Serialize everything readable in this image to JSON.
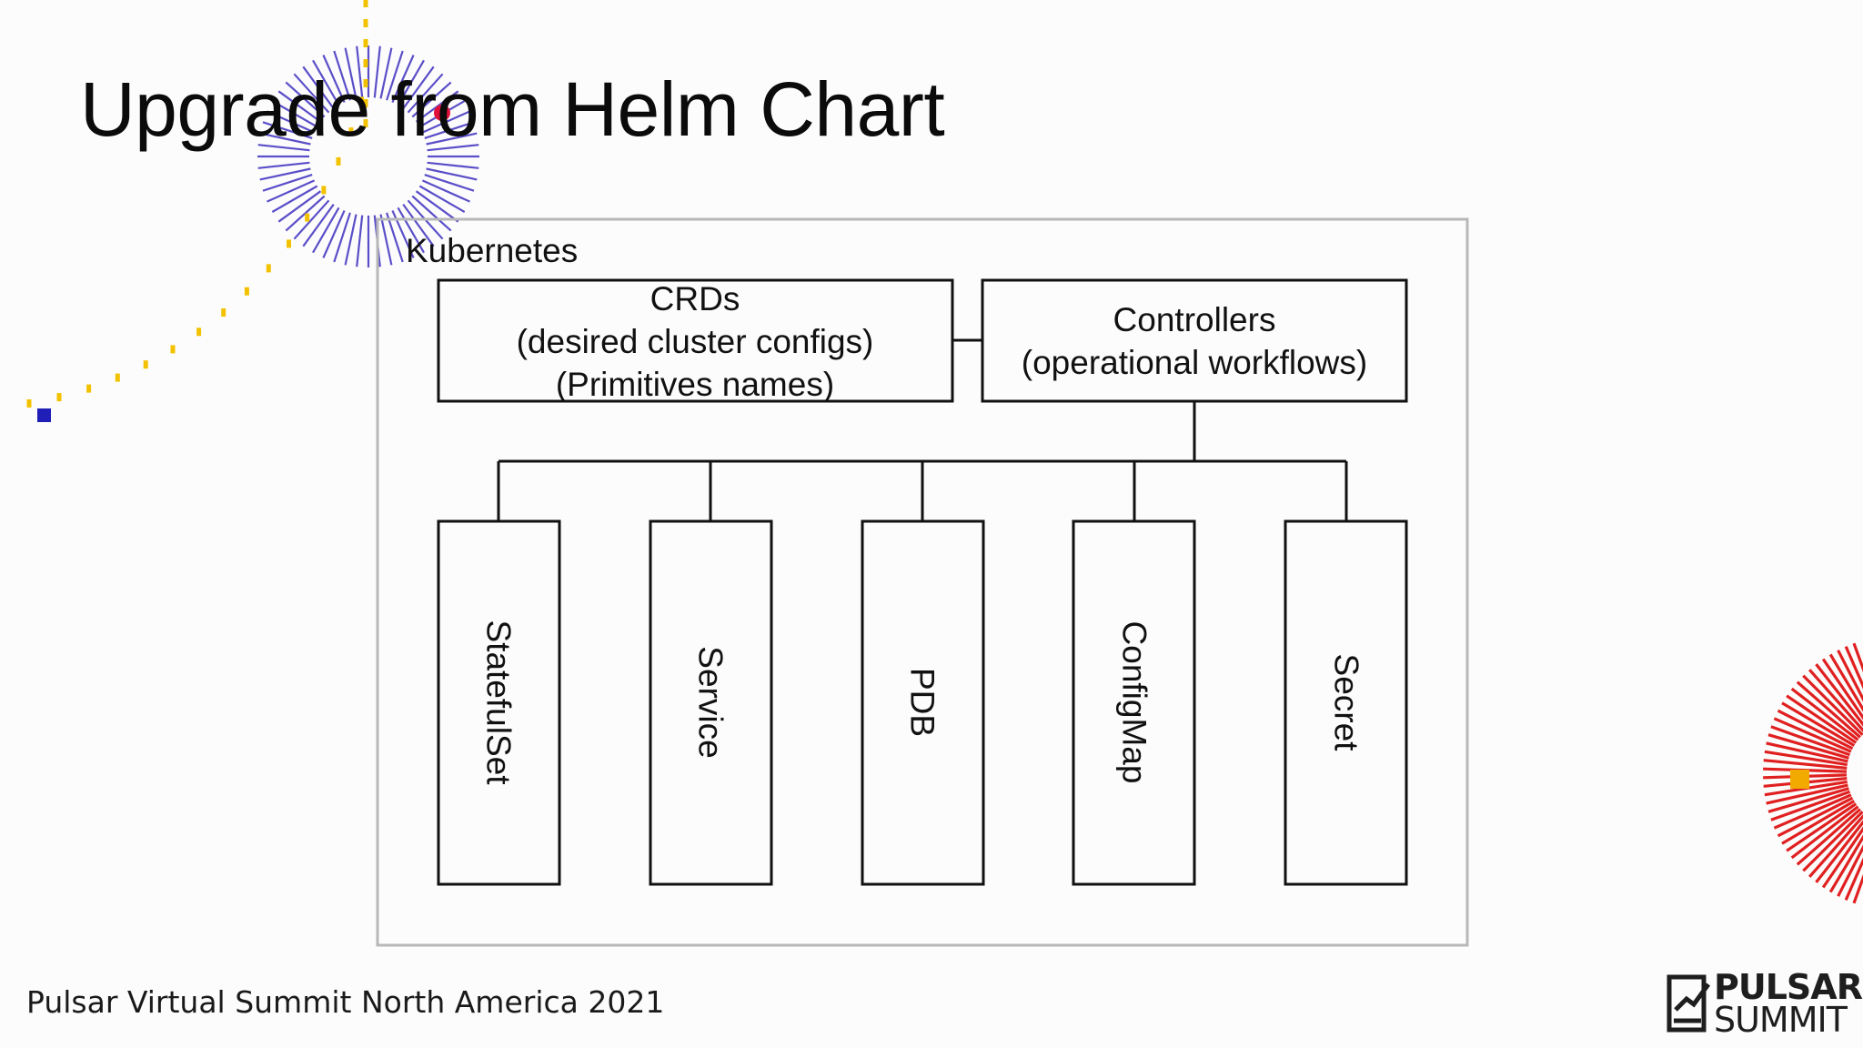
{
  "slide": {
    "title": "Upgrade from Helm Chart",
    "footer": "Pulsar Virtual Summit North America 2021"
  },
  "logo": {
    "top_text": "PULSAR",
    "bottom_text": "SUMMIT",
    "icon": "pulsar-summit-icon"
  },
  "diagram": {
    "container_label": "Kubernetes",
    "crds": {
      "line1": "CRDs",
      "line2": "(desired cluster configs)",
      "line3": "(Primitives names)"
    },
    "controllers": {
      "line1": "Controllers",
      "line2": "(operational workflows)"
    },
    "resources": [
      "StatefulSet",
      "Service",
      "PDB",
      "ConfigMap",
      "Secret"
    ]
  },
  "colors": {
    "accent_purple": "#5a4fc8",
    "accent_yellow": "#f2c200",
    "accent_red": "#e02020",
    "accent_blue": "#1f1fb8",
    "accent_orange": "#f2a900",
    "container_border": "#b8b8b8"
  }
}
